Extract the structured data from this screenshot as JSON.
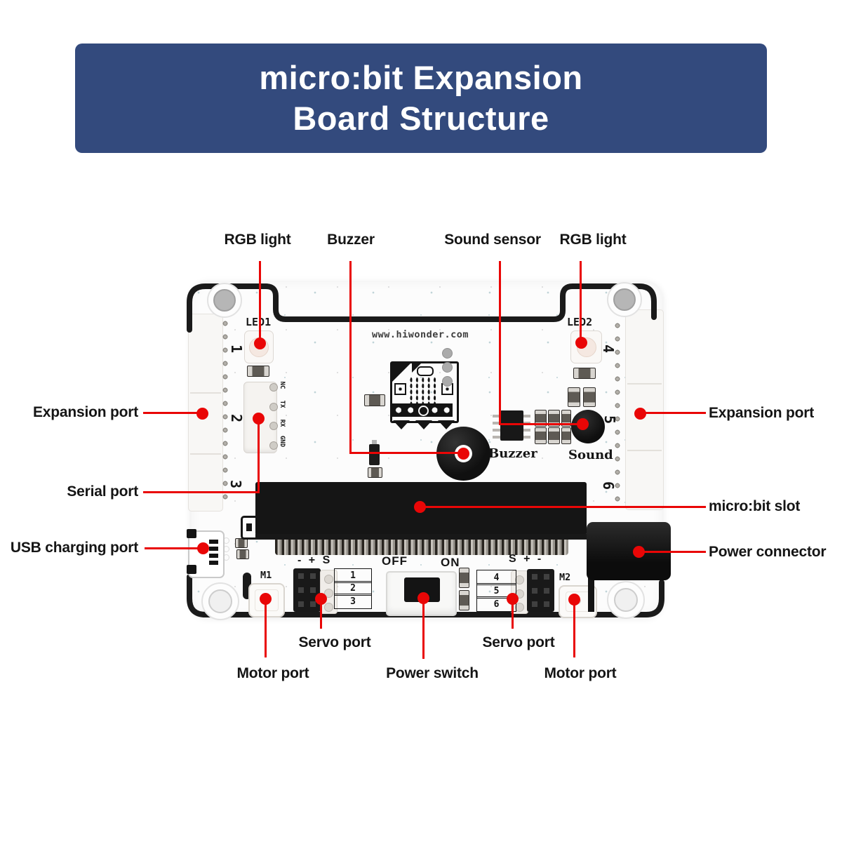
{
  "title": {
    "line1": "micro:bit Expansion",
    "line2": "Board Structure"
  },
  "colors": {
    "banner_bg": "#334a7d",
    "leader_red": "#e90606",
    "silkscreen_black": "#161616"
  },
  "labels": {
    "rgb_light_left": "RGB light",
    "buzzer": "Buzzer",
    "sound_sensor": "Sound sensor",
    "rgb_light_right": "RGB light",
    "expansion_port_left": "Expansion port",
    "serial_port": "Serial port",
    "usb_charging_port": "USB charging port",
    "expansion_port_right": "Expansion port",
    "microbit_slot": "micro:bit slot",
    "power_connector": "Power connector",
    "servo_port_left": "Servo port",
    "servo_port_right": "Servo port",
    "motor_port_left": "Motor port",
    "power_switch": "Power switch",
    "motor_port_right": "Motor port"
  },
  "board": {
    "website": "www.hiwonder.com",
    "led1": "LED1",
    "led2": "LED2",
    "buzzer_silk": "Buzzer",
    "sound_silk": "Sound",
    "serial_pin_labels": [
      "NC",
      "TX",
      "RX",
      "GND"
    ],
    "edge_numbers_left": [
      "1",
      "2",
      "3"
    ],
    "edge_numbers_right": [
      "4",
      "5",
      "6"
    ],
    "servo_left_silk": "- + S",
    "servo_right_silk": "S + -",
    "switch_off": "OFF",
    "switch_on": "ON",
    "servo_left_channels": [
      "1",
      "2",
      "3"
    ],
    "servo_right_channels": [
      "4",
      "5",
      "6"
    ],
    "motor1_silk": "M1",
    "motor2_silk": "M2"
  }
}
